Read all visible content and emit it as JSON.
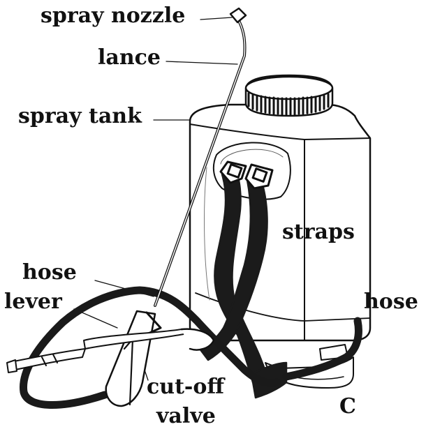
{
  "labels": {
    "spray_nozzle": "spray nozzle",
    "lance": "lance",
    "spray_tank": "spray tank",
    "straps": "straps",
    "hose_left": "hose",
    "lever": "lever",
    "hose_right": "hose",
    "cut_off_valve_line1": "cut-off",
    "cut_off_valve_line2": "valve",
    "panel_letter": "C"
  },
  "colors": {
    "ink": "#111111",
    "fill": "#ffffff",
    "hose": "#1a1a1a"
  }
}
